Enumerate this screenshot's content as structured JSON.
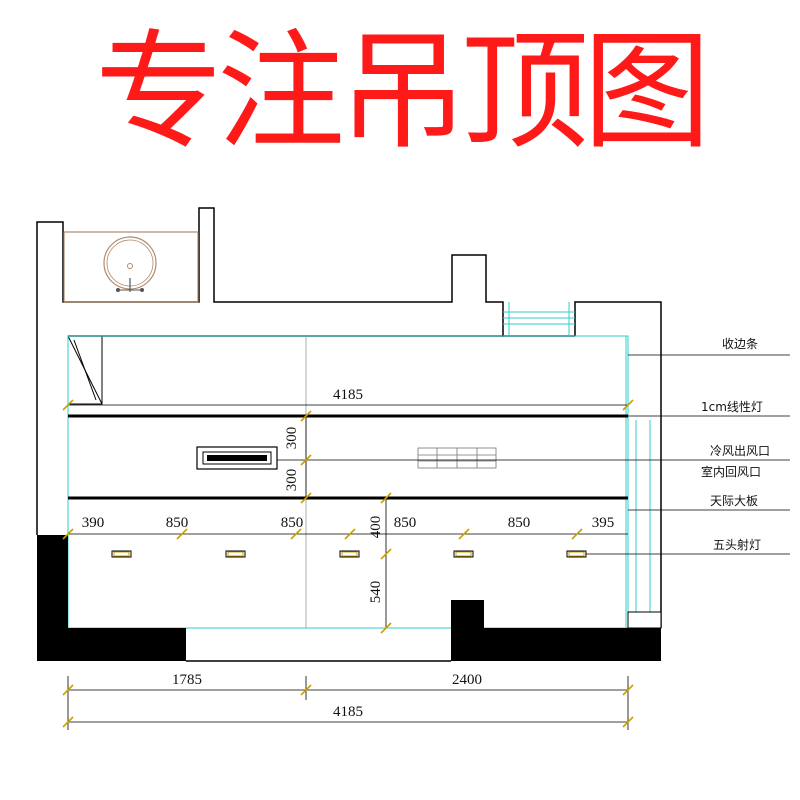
{
  "headline": "专注吊顶图",
  "labels": {
    "trim_strip": "收边条",
    "linear_light": "1cm线性灯",
    "cold_air_outlet": "冷风出风口",
    "indoor_air_return": "室内回风口",
    "edge_panel": "天际大板",
    "spotlight": "五头射灯"
  },
  "dimensions": {
    "top_width": "4185",
    "upper_300": "300",
    "lower_300": "300",
    "spot_left": "390",
    "spot_gap_1": "850",
    "spot_gap_2": "850",
    "spot_gap_3": "850",
    "spot_gap_4": "850",
    "spot_right": "395",
    "spot_offset_400": "400",
    "spot_offset_540": "540",
    "bottom_left": "1785",
    "bottom_right": "2400",
    "bottom_total": "4185"
  },
  "colors": {
    "headline": "#ff1a1a",
    "wall": "#000000",
    "ceiling_edge": "#33cccc",
    "basin_outline": "#b08a6a",
    "dimension_tick": "#c8a000"
  }
}
